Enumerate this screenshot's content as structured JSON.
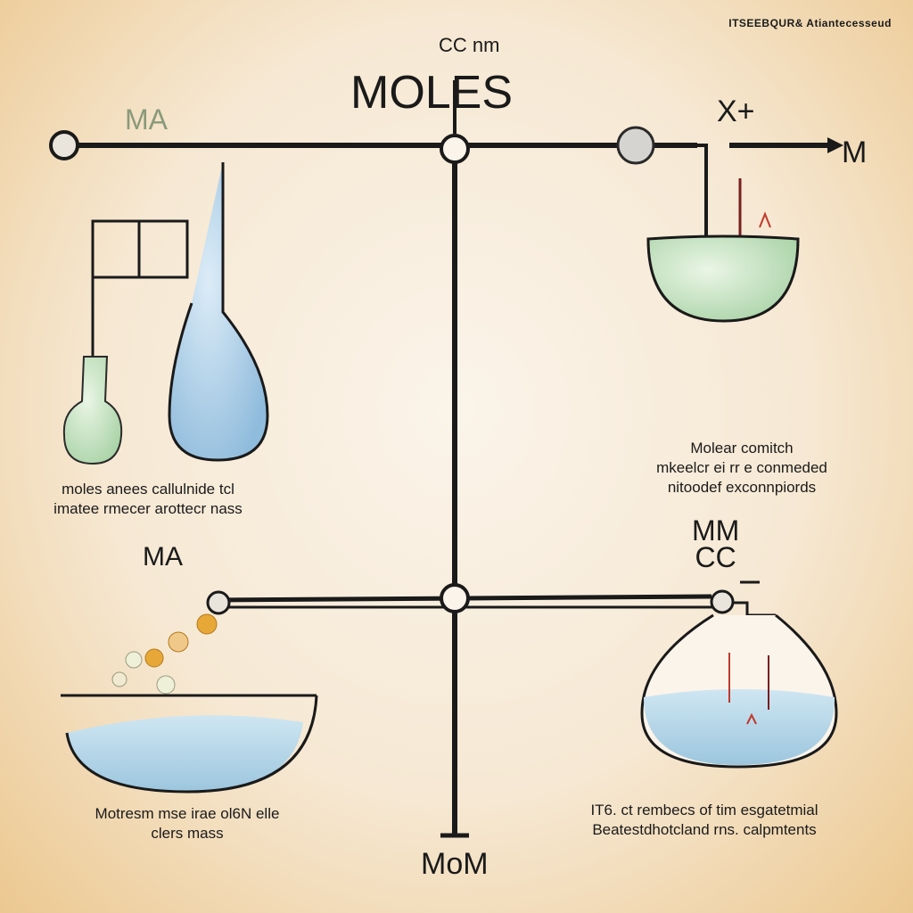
{
  "header": {
    "corner_text": "ITSEEBQUR& Atiantecesseud",
    "subtitle": "CC nm",
    "title": "MOLES"
  },
  "labels": {
    "ma_top": "MA",
    "x_plus": "X+",
    "m_right": "M",
    "ma_mid": "MA",
    "mm_cc_line1": "MM",
    "mm_cc_line2": "CC",
    "bottom_center": "MoM"
  },
  "captions": {
    "left_line1": "moles anees callulnide tcl",
    "left_line2": "imatee rmecer arottecr nass",
    "right_line1": "Molear comitch",
    "right_line2": "mkeelcr ei rr e conmeded",
    "right_line3": "nitoodef exconnpiords",
    "bottom_left_line1": "Motresm mse irae ol6N elle",
    "bottom_left_line2": "clers mass",
    "bottom_right_line1": "IT6. ct rembecs of tim esgatetmial",
    "bottom_right_line2": "Beatestdhotcland rns. calpmtents"
  },
  "colors": {
    "line": "#1a1a1a",
    "liquid_green": "#b9dcb8",
    "liquid_blue": "#a9cde6",
    "arrow_red": "#c0392b",
    "bead_gold": "#e8a838"
  }
}
